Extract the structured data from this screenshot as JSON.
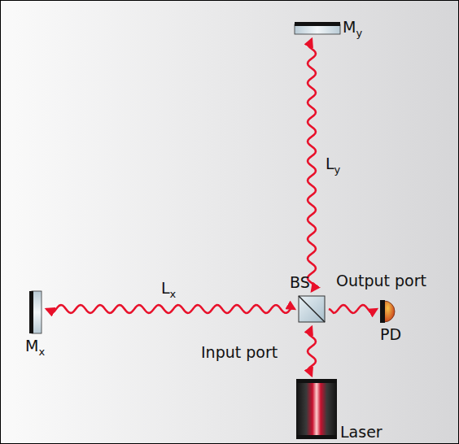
{
  "diagram": {
    "labels": [
      "My",
      "Ly",
      "Lx",
      "BS",
      "Output port",
      "Mx",
      "PD",
      "Input port",
      "Laser"
    ]
  }
}
